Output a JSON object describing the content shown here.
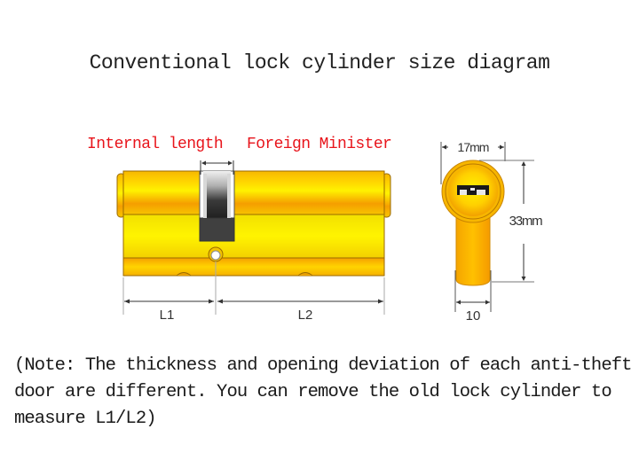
{
  "diagram": {
    "title": "Conventional lock cylinder size diagram",
    "side_view": {
      "labels": {
        "internal": "Internal length",
        "external": "Foreign Minister"
      },
      "dimensions": {
        "l1": "L1",
        "l2": "L2"
      }
    },
    "front_view": {
      "dimensions": {
        "width_top": "17mm",
        "height": "33mm",
        "width_bottom": "10"
      }
    },
    "note": {
      "lines": [
        "(Note: The thickness and opening deviation of each anti-theft",
        "door are different. You can remove the old lock cylinder to",
        "measure L1/L2)"
      ]
    },
    "colors": {
      "label_red": "#e8141b",
      "brass_yellow": "#f5d800",
      "brass_orange": "#f5a300",
      "outline": "#9a6a00",
      "text": "#222222"
    }
  }
}
